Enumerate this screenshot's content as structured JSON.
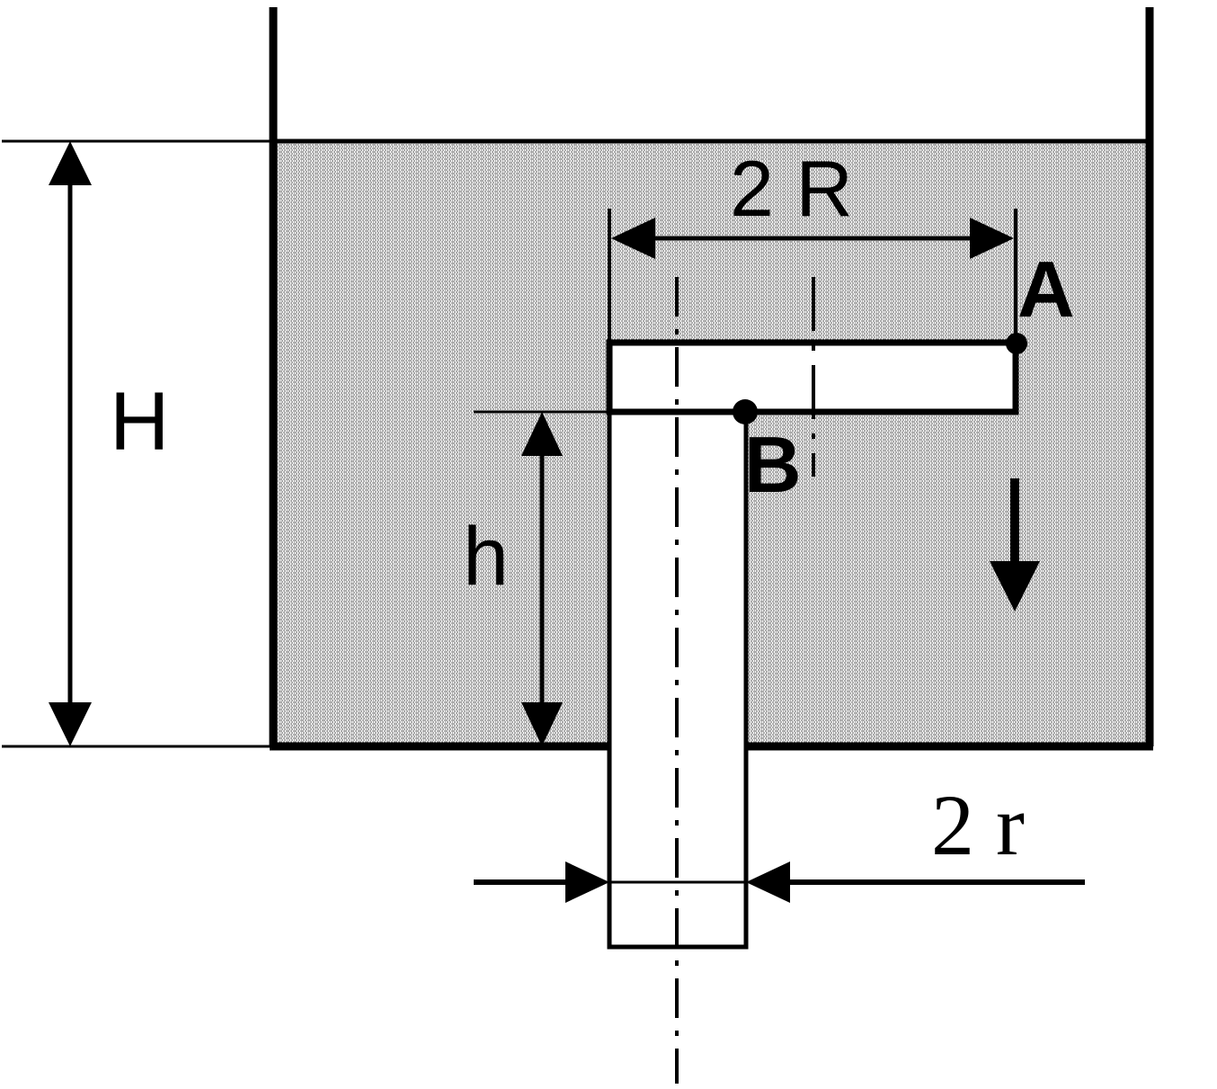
{
  "labels": {
    "H": "H",
    "h": "h",
    "two_R": "2 R",
    "two_r": "2 r",
    "A": "A",
    "B": "B"
  },
  "colors": {
    "stroke": "#000000",
    "background": "#ffffff",
    "liquid_fill": "#d9d9d9",
    "hatch_line": "#8c8c8c"
  }
}
